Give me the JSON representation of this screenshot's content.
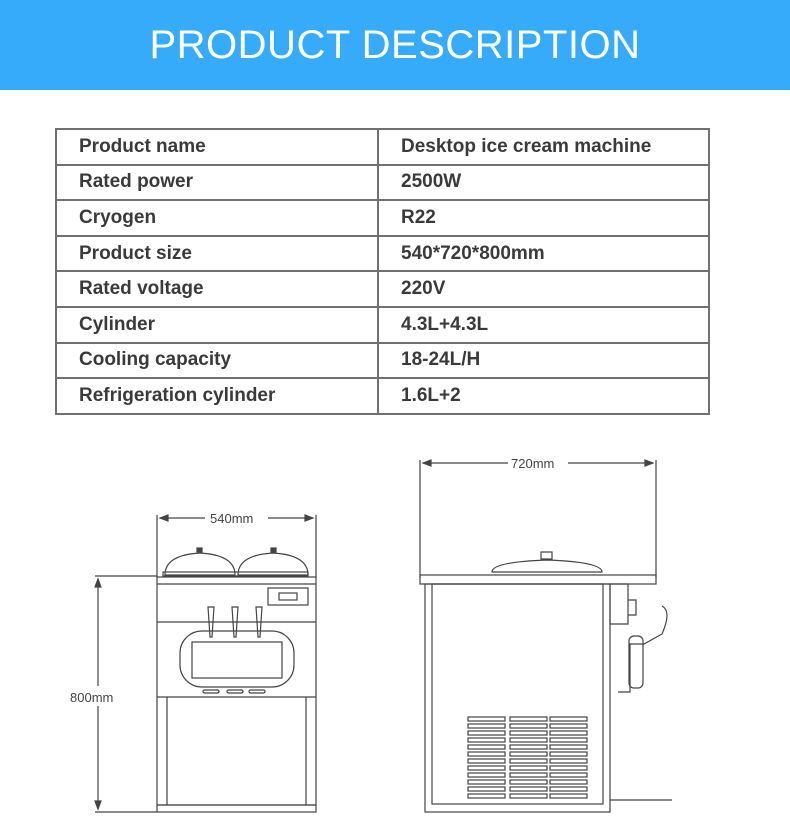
{
  "header": {
    "title": "PRODUCT DESCRIPTION"
  },
  "specs": [
    {
      "label": "Product name",
      "value": "Desktop ice cream machine"
    },
    {
      "label": "Rated power",
      "value": "2500W"
    },
    {
      "label": "Cryogen",
      "value": "R22"
    },
    {
      "label": "Product size",
      "value": "540*720*800mm"
    },
    {
      "label": "Rated voltage",
      "value": "220V"
    },
    {
      "label": "Cylinder",
      "value": "4.3L+4.3L"
    },
    {
      "label": "Cooling capacity",
      "value": "18-24L/H"
    },
    {
      "label": "Refrigeration cylinder",
      "value": "1.6L+2"
    }
  ],
  "dimensions": {
    "width": "540mm",
    "depth": "720mm",
    "height": "800mm"
  }
}
